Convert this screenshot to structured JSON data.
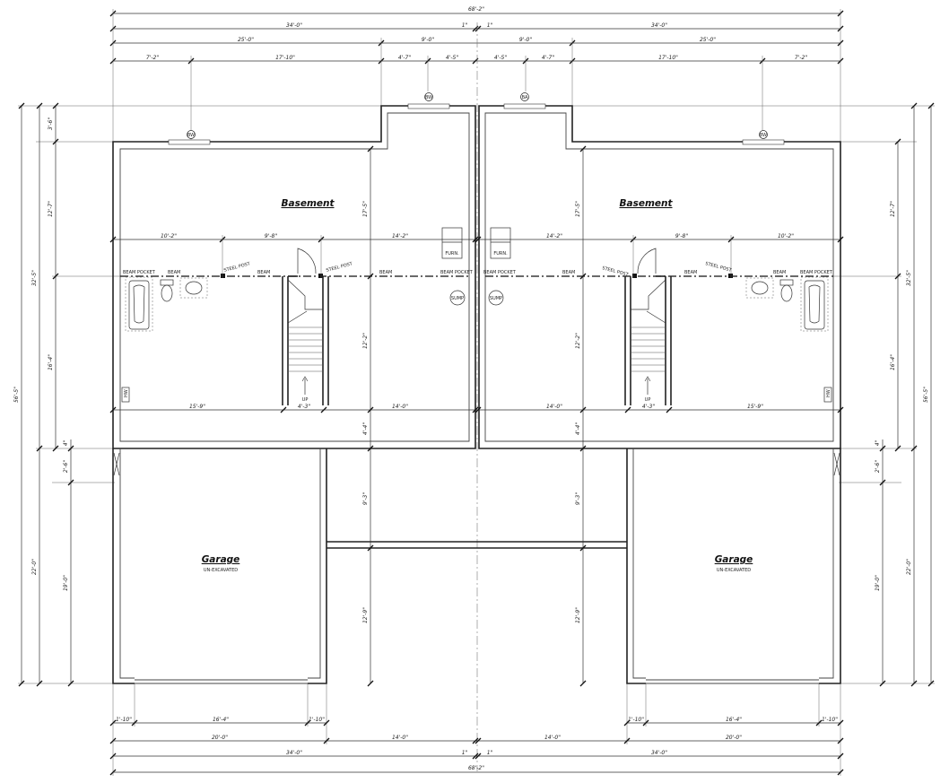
{
  "rooms": {
    "basement_left": "Basement",
    "basement_right": "Basement",
    "garage_left": "Garage",
    "garage_left_note": "UN-EXCAVATED",
    "garage_right": "Garage",
    "garage_right_note": "UN-EXCAVATED"
  },
  "fixtures": {
    "furnace_left": "FURN.",
    "furnace_right": "FURN.",
    "sump_left": "SUMP",
    "sump_right": "SUMP",
    "window_tags": [
      "BW",
      "BW",
      "BA",
      "BW"
    ],
    "hw": "HW",
    "stair_up": "UP"
  },
  "beam_labels": {
    "beam_pocket": "BEAM POCKET",
    "beam": "BEAM",
    "steel_post": "STEEL POST"
  },
  "dimensions": {
    "top_overall": "68'-2\"",
    "top_halves": [
      "34'-0\"",
      "34'-0\""
    ],
    "top_center": [
      "1\"",
      "1\""
    ],
    "top_row2": [
      "25'-0\"",
      "9'-0\"",
      "9'-0\"",
      "25'-0\""
    ],
    "top_row3": [
      "7'-2\"",
      "17'-10\"",
      "4'-7\"",
      "4'-5\"",
      "4'-5\"",
      "4'-7\"",
      "17'-10\"",
      "7'-2\""
    ],
    "left_outer": "56'-5\"",
    "left_mid": [
      "32'-5\"",
      "22'-0\""
    ],
    "left_inner": [
      "3'-6\"",
      "12'-7\"",
      "16'-4\"",
      "4\"",
      "2'-6\"",
      "19'-0\""
    ],
    "right_outer": "56'-5\"",
    "right_mid": [
      "32'-5\"",
      "22'-0\""
    ],
    "right_inner": [
      "12'-7\"",
      "16'-4\"",
      "4\"",
      "2'-6\"",
      "19'-0\""
    ],
    "basement_horizontal": [
      "10'-2\"",
      "9'-8\"",
      "14'-2\"",
      "14'-2\"",
      "9'-8\"",
      "10'-2\""
    ],
    "basement_lower": [
      "15'-9\"",
      "4'-3\"",
      "14'-0\"",
      "14'-0\"",
      "4'-3\"",
      "15'-9\""
    ],
    "center_vertical": [
      "17'-5\"",
      "12'-2\"",
      "4'-4\"",
      "9'-3\"",
      "12'-9\""
    ],
    "bottom_row1": [
      "1'-10\"",
      "16'-4\"",
      "1'-10\"",
      "1'-10\"",
      "16'-4\"",
      "1'-10\""
    ],
    "bottom_row2": [
      "20'-0\"",
      "14'-0\"",
      "14'-0\"",
      "20'-0\""
    ],
    "bottom_center": [
      "1\"",
      "1\""
    ],
    "bottom_halves": [
      "34'-0\"",
      "34'-0\""
    ],
    "bottom_overall": "68'-2\""
  }
}
